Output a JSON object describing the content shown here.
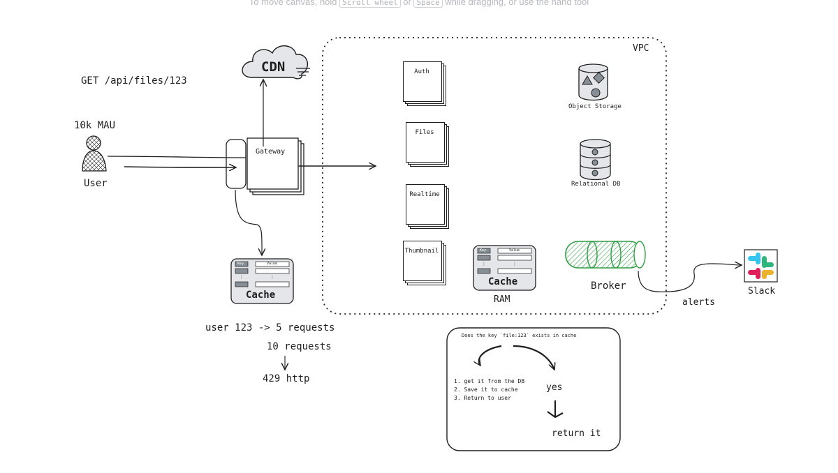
{
  "hint": {
    "prefix": "To move canvas, hold",
    "key1": "Scroll wheel",
    "mid": "or",
    "key2": "Space",
    "suffix": "while dragging, or use the hand tool"
  },
  "request": {
    "endpoint": "GET /api/files/123",
    "mau": "10k MAU"
  },
  "user": {
    "label": "User"
  },
  "cdn": {
    "label": "CDN"
  },
  "gateway": {
    "label": "Gateway"
  },
  "vpc": {
    "label": "VPC"
  },
  "services": [
    "Auth",
    "Files",
    "Realtime",
    "Thumbnail"
  ],
  "storage": {
    "object": "Object Storage",
    "relational": "Relational DB"
  },
  "broker": {
    "label": "Broker"
  },
  "ram": {
    "title": "Cache",
    "label": "RAM",
    "key": "Key",
    "value": "Value"
  },
  "edge_cache": {
    "title": "Cache",
    "key": "Key",
    "value": "Value"
  },
  "slack": {
    "label": "Slack",
    "edge_label": "alerts"
  },
  "rate_limit": {
    "line1": "user 123 -> 5 requests",
    "line2": "10 requests",
    "line3": "429 http"
  },
  "decision": {
    "question": "Does the key `file:123` exists in cache",
    "no_steps": [
      "1. get it from the DB",
      "2. Save it to cache",
      "3. Return to user"
    ],
    "yes": "yes",
    "yes_result": "return it"
  },
  "colors": {
    "stroke": "#1e1e1e",
    "hint": "#b9b9c2",
    "broker_green": "#2f9e44",
    "cdn_fill": "#e5e6ea",
    "slack_red": "#e01e5a",
    "slack_blue": "#36c5f0",
    "slack_green": "#2eb67d",
    "slack_yellow": "#ecb22e"
  }
}
